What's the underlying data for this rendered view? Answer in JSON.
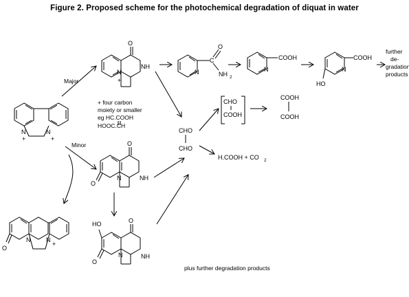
{
  "title": "Figure 2.  Proposed scheme for the photochemical degradation of diquat in water",
  "labels": {
    "major": "Major",
    "minor": "Minor",
    "further": [
      "further",
      "de-",
      "gradation",
      "products"
    ],
    "four_carbon": [
      "+ four carbon",
      "moiety or smaller",
      "eg HC.COOH",
      "HOOC.CH"
    ],
    "glyoxal": [
      "CHO",
      "CHO"
    ],
    "glyoxylic": [
      "CHO",
      "COOH"
    ],
    "oxalic": [
      "COOH",
      "COOH"
    ],
    "formic": "H.COOH + CO",
    "formic_sub": "2",
    "plus_further": "plus further degradation products"
  },
  "atoms": {
    "N": "N",
    "NH": "NH",
    "O": "O",
    "NH2": "NH",
    "NH2_sub": "2",
    "COOH": "COOH",
    "HO": "HO",
    "C": "C",
    "plus": "+"
  }
}
